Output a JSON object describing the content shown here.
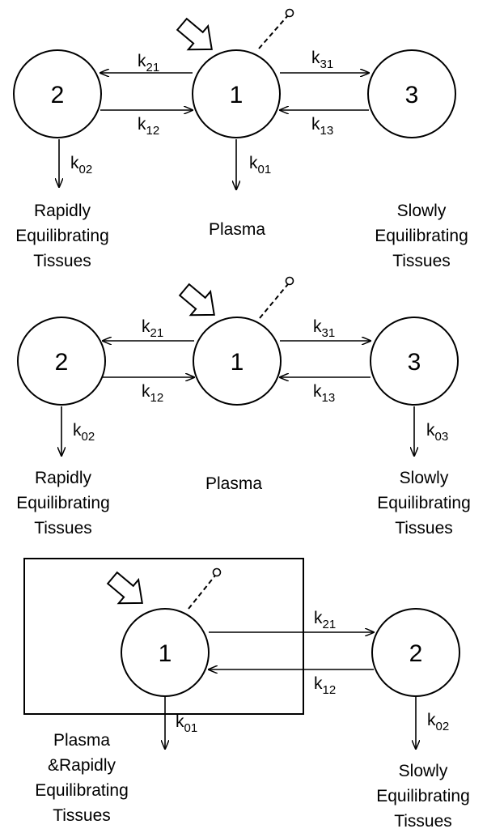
{
  "diagrams": [
    {
      "compartments": [
        "2",
        "1",
        "3"
      ],
      "rates": {
        "k21": {
          "base": "k",
          "sub": "21"
        },
        "k12": {
          "base": "k",
          "sub": "12"
        },
        "k31": {
          "base": "k",
          "sub": "31"
        },
        "k13": {
          "base": "k",
          "sub": "13"
        },
        "k02": {
          "base": "k",
          "sub": "02"
        },
        "k01": {
          "base": "k",
          "sub": "01"
        }
      },
      "labels": {
        "left": [
          "Rapidly",
          "Equilibrating",
          "Tissues"
        ],
        "center": [
          "Plasma"
        ],
        "right": [
          "Slowly",
          "Equilibrating",
          "Tissues"
        ]
      }
    },
    {
      "compartments": [
        "2",
        "1",
        "3"
      ],
      "rates": {
        "k21": {
          "base": "k",
          "sub": "21"
        },
        "k12": {
          "base": "k",
          "sub": "12"
        },
        "k31": {
          "base": "k",
          "sub": "31"
        },
        "k13": {
          "base": "k",
          "sub": "13"
        },
        "k02": {
          "base": "k",
          "sub": "02"
        },
        "k03": {
          "base": "k",
          "sub": "03"
        }
      },
      "labels": {
        "left": [
          "Rapidly",
          "Equilibrating",
          "Tissues"
        ],
        "center": [
          "Plasma"
        ],
        "right": [
          "Slowly",
          "Equilibrating",
          "Tissues"
        ]
      }
    },
    {
      "compartments": [
        "1",
        "2"
      ],
      "rates": {
        "k21": {
          "base": "k",
          "sub": "21"
        },
        "k12": {
          "base": "k",
          "sub": "12"
        },
        "k01": {
          "base": "k",
          "sub": "01"
        },
        "k02": {
          "base": "k",
          "sub": "02"
        }
      },
      "labels": {
        "left": [
          "Plasma",
          "&Rapidly",
          "Equilibrating",
          "Tissues"
        ],
        "right": [
          "Slowly",
          "Equilibrating",
          "Tissues"
        ]
      }
    }
  ]
}
